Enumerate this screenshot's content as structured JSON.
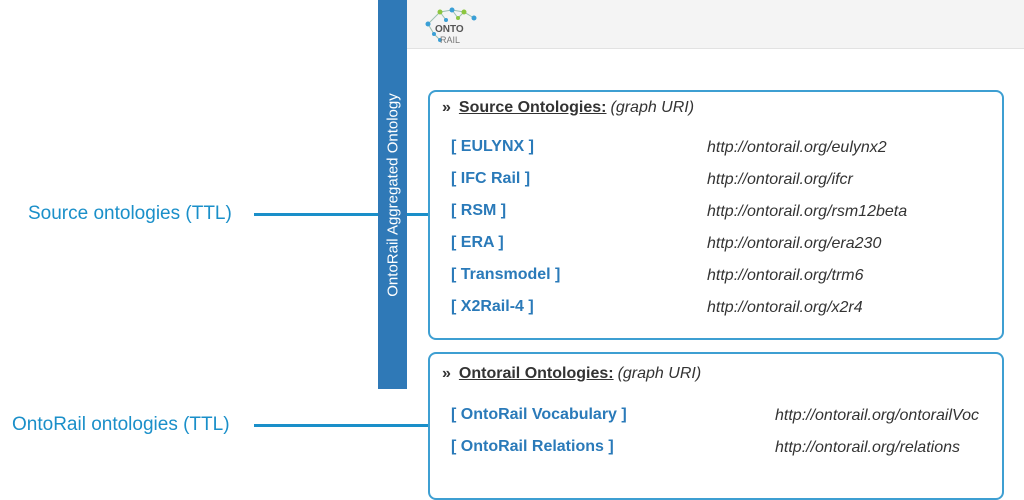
{
  "annotations": {
    "source_label": "Source ontologies (TTL)",
    "ontorail_label": "OntoRail ontologies (TTL)"
  },
  "vertical_bar": {
    "label": "OntoRail Aggregated Ontology"
  },
  "logo": {
    "line1": "ONTO",
    "line2": "RAIL"
  },
  "source_panel": {
    "marker": "»",
    "title": "Source Ontologies:",
    "subtitle": "(graph URI)",
    "items": [
      {
        "name": "[ EULYNX ]",
        "uri": "http://ontorail.org/eulynx2"
      },
      {
        "name": "[ IFC Rail ]",
        "uri": "http://ontorail.org/ifcr"
      },
      {
        "name": "[ RSM ]",
        "uri": "http://ontorail.org/rsm12beta"
      },
      {
        "name": "[ ERA ]",
        "uri": "http://ontorail.org/era230"
      },
      {
        "name": "[ Transmodel ]",
        "uri": "http://ontorail.org/trm6"
      },
      {
        "name": "[ X2Rail-4 ]",
        "uri": "http://ontorail.org/x2r4"
      }
    ]
  },
  "ontorail_panel": {
    "marker": "»",
    "title": "Ontorail Ontologies:",
    "subtitle": "(graph URI)",
    "items": [
      {
        "name": "[ OntoRail Vocabulary ]",
        "uri": "http://ontorail.org/ontorailVoc"
      },
      {
        "name": "[ OntoRail Relations ]",
        "uri": "http://ontorail.org/relations"
      }
    ]
  },
  "colors": {
    "accent": "#1a8fc9",
    "bar": "#2f79b7",
    "panel_border": "#3e9fd2",
    "link": "#2a7ab9"
  }
}
